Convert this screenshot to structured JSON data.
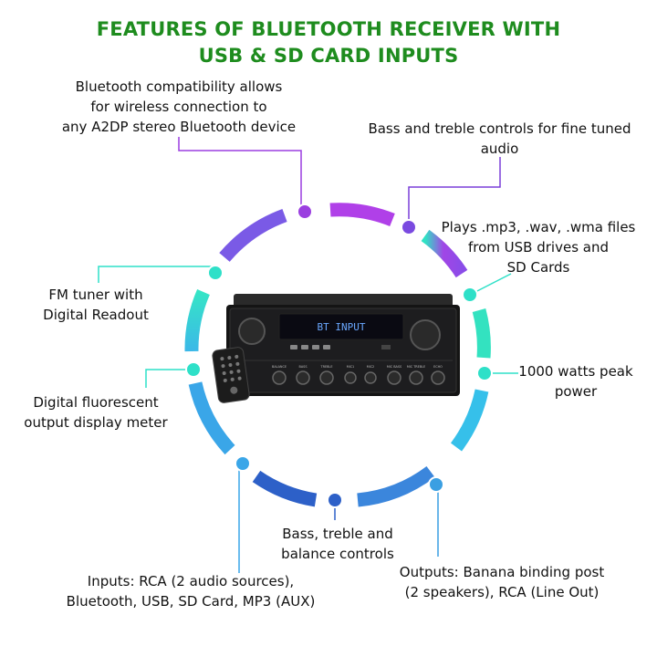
{
  "title": {
    "line1": "FEATURES OF  BLUETOOTH RECEIVER WITH",
    "line2": "USB & SD CARD INPUTS"
  },
  "colors": {
    "title": "#1e8c1e",
    "ring_purple": "#9b3fe0",
    "ring_cyan": "#2ee0c8",
    "ring_blue": "#2d6fd0",
    "device_body": "#1a1a1a"
  },
  "features": {
    "bluetooth": [
      "Bluetooth compatibility allows",
      "for wireless connection to",
      "any A2DP stereo Bluetooth device"
    ],
    "bass_treble_fine": [
      "Bass and treble controls for fine tuned",
      "audio"
    ],
    "plays_files": [
      "Plays .mp3, .wav, .wma files",
      "from USB drives and",
      "SD Cards"
    ],
    "fm_tuner": [
      "FM tuner with",
      "Digital Readout"
    ],
    "watts": [
      "1000 watts peak",
      "power"
    ],
    "display_meter": [
      "Digital fluorescent",
      "output display meter"
    ],
    "balance": [
      "Bass, treble and",
      "balance controls"
    ],
    "inputs": [
      "Inputs: RCA (2 audio sources),",
      "Bluetooth, USB, SD Card, MP3 (AUX)"
    ],
    "outputs": [
      "Outputs: Banana binding post",
      "(2 speakers), RCA (Line Out)"
    ]
  },
  "device": {
    "display_text": "BT INPUT",
    "knob_labels": [
      "BALANCE",
      "BASS",
      "TREBLE",
      "MIC1",
      "MIC2",
      "MIC BASS",
      "MIC TREBLE",
      "ECHO"
    ]
  }
}
